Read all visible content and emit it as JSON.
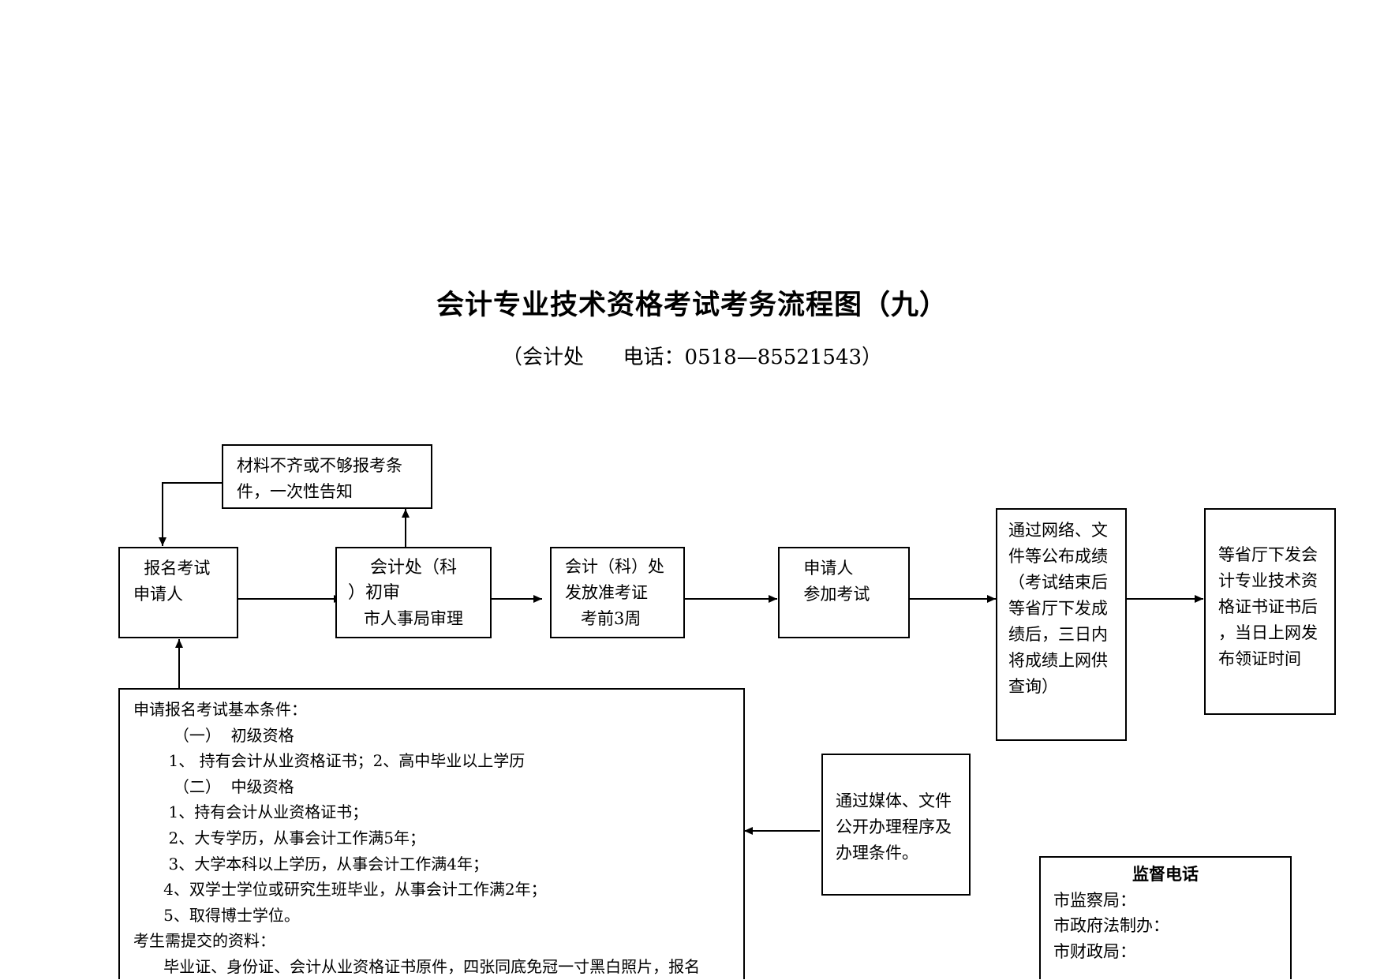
{
  "title": "会计专业技术资格考试考务流程图（九）",
  "subtitle": "（会计处      电话：0518—85521543）",
  "nodes": {
    "notice": [
      "材料不齐或不够报考条",
      "件，一次性告知"
    ],
    "applicant": [
      "  报名考试",
      "申请人"
    ],
    "review": [
      "    会计处（科",
      "）初审",
      "   市人事局审理"
    ],
    "issue": [
      "会计（科）处",
      "发放准考证",
      "   考前3周"
    ],
    "exam": [
      "  申请人",
      "  参加考试"
    ],
    "results": [
      "通过网络、文",
      "件等公布成绩",
      "",
      "（考试结束后",
      "等省厅下发成",
      "绩后，三日内",
      "将成绩上网供",
      "查询）"
    ],
    "certificate": [
      "等省厅下发会",
      "计专业技术资",
      "格证书证书后",
      "，当日上网发",
      "布领证时间"
    ],
    "media": [
      "通过媒体、文件",
      "公开办理程序及",
      "办理条件。"
    ]
  },
  "conditions": {
    "lines": [
      "申请报名考试基本条件：",
      "        （一）  初级资格",
      "       1、 持有会计从业资格证书；2、高中毕业以上学历",
      "        （二）  中级资格",
      "       1、持有会计从业资格证书；",
      "       2、大专学历，从事会计工作满5年；",
      "       3、大学本科以上学历，从事会计工作满4年；",
      "      4、双学士学位或研究生班毕业，从事会计工作满2年；",
      "      5、取得博士学位。",
      "考生需提交的资料：",
      "      毕业证、身份证、会计从业资格证书原件，四张同底免冠一寸黑白照片，报名"
    ]
  },
  "supervision": {
    "title": "监督电话",
    "items": [
      "市监察局：",
      "市政府法制办：",
      "市财政局："
    ]
  }
}
